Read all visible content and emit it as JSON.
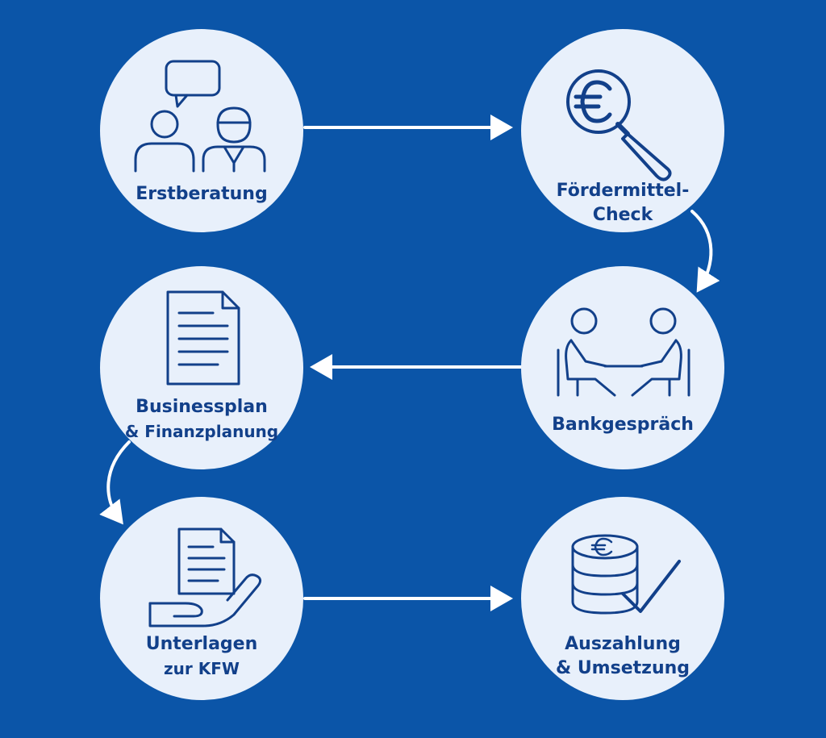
{
  "steps": {
    "erstberatung": {
      "lines": [
        "Erstberatung"
      ],
      "icon": "consultation-people-icon"
    },
    "foerdermittel": {
      "lines": [
        "Fördermittel-",
        "Check"
      ],
      "icon": "euro-magnifier-icon"
    },
    "bankgespraech": {
      "lines": [
        "Bankgespräch"
      ],
      "icon": "meeting-people-icon"
    },
    "businessplan": {
      "lines": [
        "Businessplan",
        "& Finanzplanung"
      ],
      "icon": "document-icon"
    },
    "unterlagen": {
      "lines": [
        "Unterlagen",
        "zur KFW"
      ],
      "icon": "document-hand-icon"
    },
    "auszahlung": {
      "lines": [
        "Auszahlung",
        "& Umsetzung"
      ],
      "icon": "coins-check-icon"
    }
  },
  "colors": {
    "background": "#0b55a8",
    "node_fill": "#e8f0fb",
    "icon_stroke": "#12408a",
    "arrow": "#ffffff"
  }
}
